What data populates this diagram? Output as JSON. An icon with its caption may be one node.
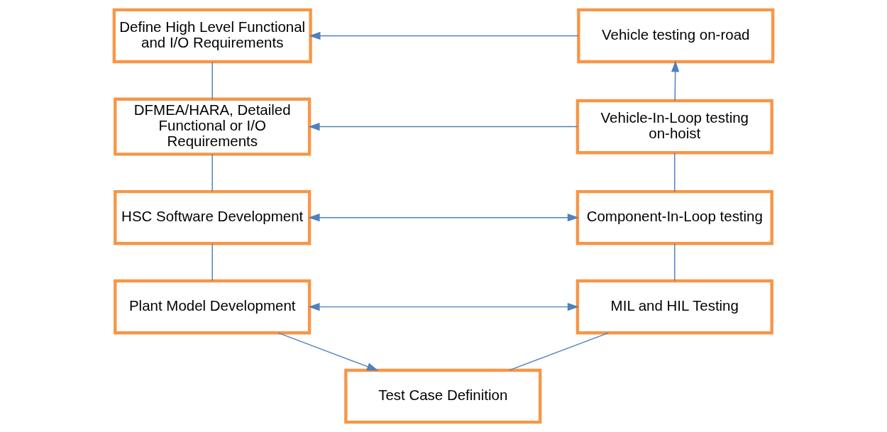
{
  "diagram": {
    "nodes": [
      {
        "text": [
          "Define High Level Functional and I/O Requirements"
        ]
      },
      {
        "text": [
          "Vehicle testing on-road"
        ]
      },
      {
        "text": [
          "DFMEA/HARA, Detailed Functional or I/O Requirements"
        ]
      },
      {
        "text": [
          "Vehicle-In-Loop testing on-hoist"
        ]
      },
      {
        "text": [
          "HSC Software Development"
        ]
      },
      {
        "text": [
          "Component-In-Loop testing"
        ]
      },
      {
        "text": [
          "Plant Model Development"
        ]
      },
      {
        "text": [
          "MIL and HIL Testing"
        ]
      },
      {
        "text": [
          "Test Case Definition"
        ]
      }
    ],
    "edges": [
      {
        "from": 1,
        "to": 0,
        "arrow": "to"
      },
      {
        "from": 0,
        "to": 2,
        "arrow": "none"
      },
      {
        "from": 3,
        "to": 2,
        "arrow": "to"
      },
      {
        "from": 3,
        "to": 1,
        "arrow": "to"
      },
      {
        "from": 2,
        "to": 4,
        "arrow": "none"
      },
      {
        "from": 4,
        "to": 5,
        "arrow": "both"
      },
      {
        "from": 5,
        "to": 3,
        "arrow": "none"
      },
      {
        "from": 4,
        "to": 6,
        "arrow": "none"
      },
      {
        "from": 6,
        "to": 7,
        "arrow": "both"
      },
      {
        "from": 7,
        "to": 5,
        "arrow": "none"
      },
      {
        "from": 6,
        "to": 8,
        "arrow": "to"
      },
      {
        "from": 8,
        "to": 7,
        "arrow": "none"
      }
    ]
  }
}
